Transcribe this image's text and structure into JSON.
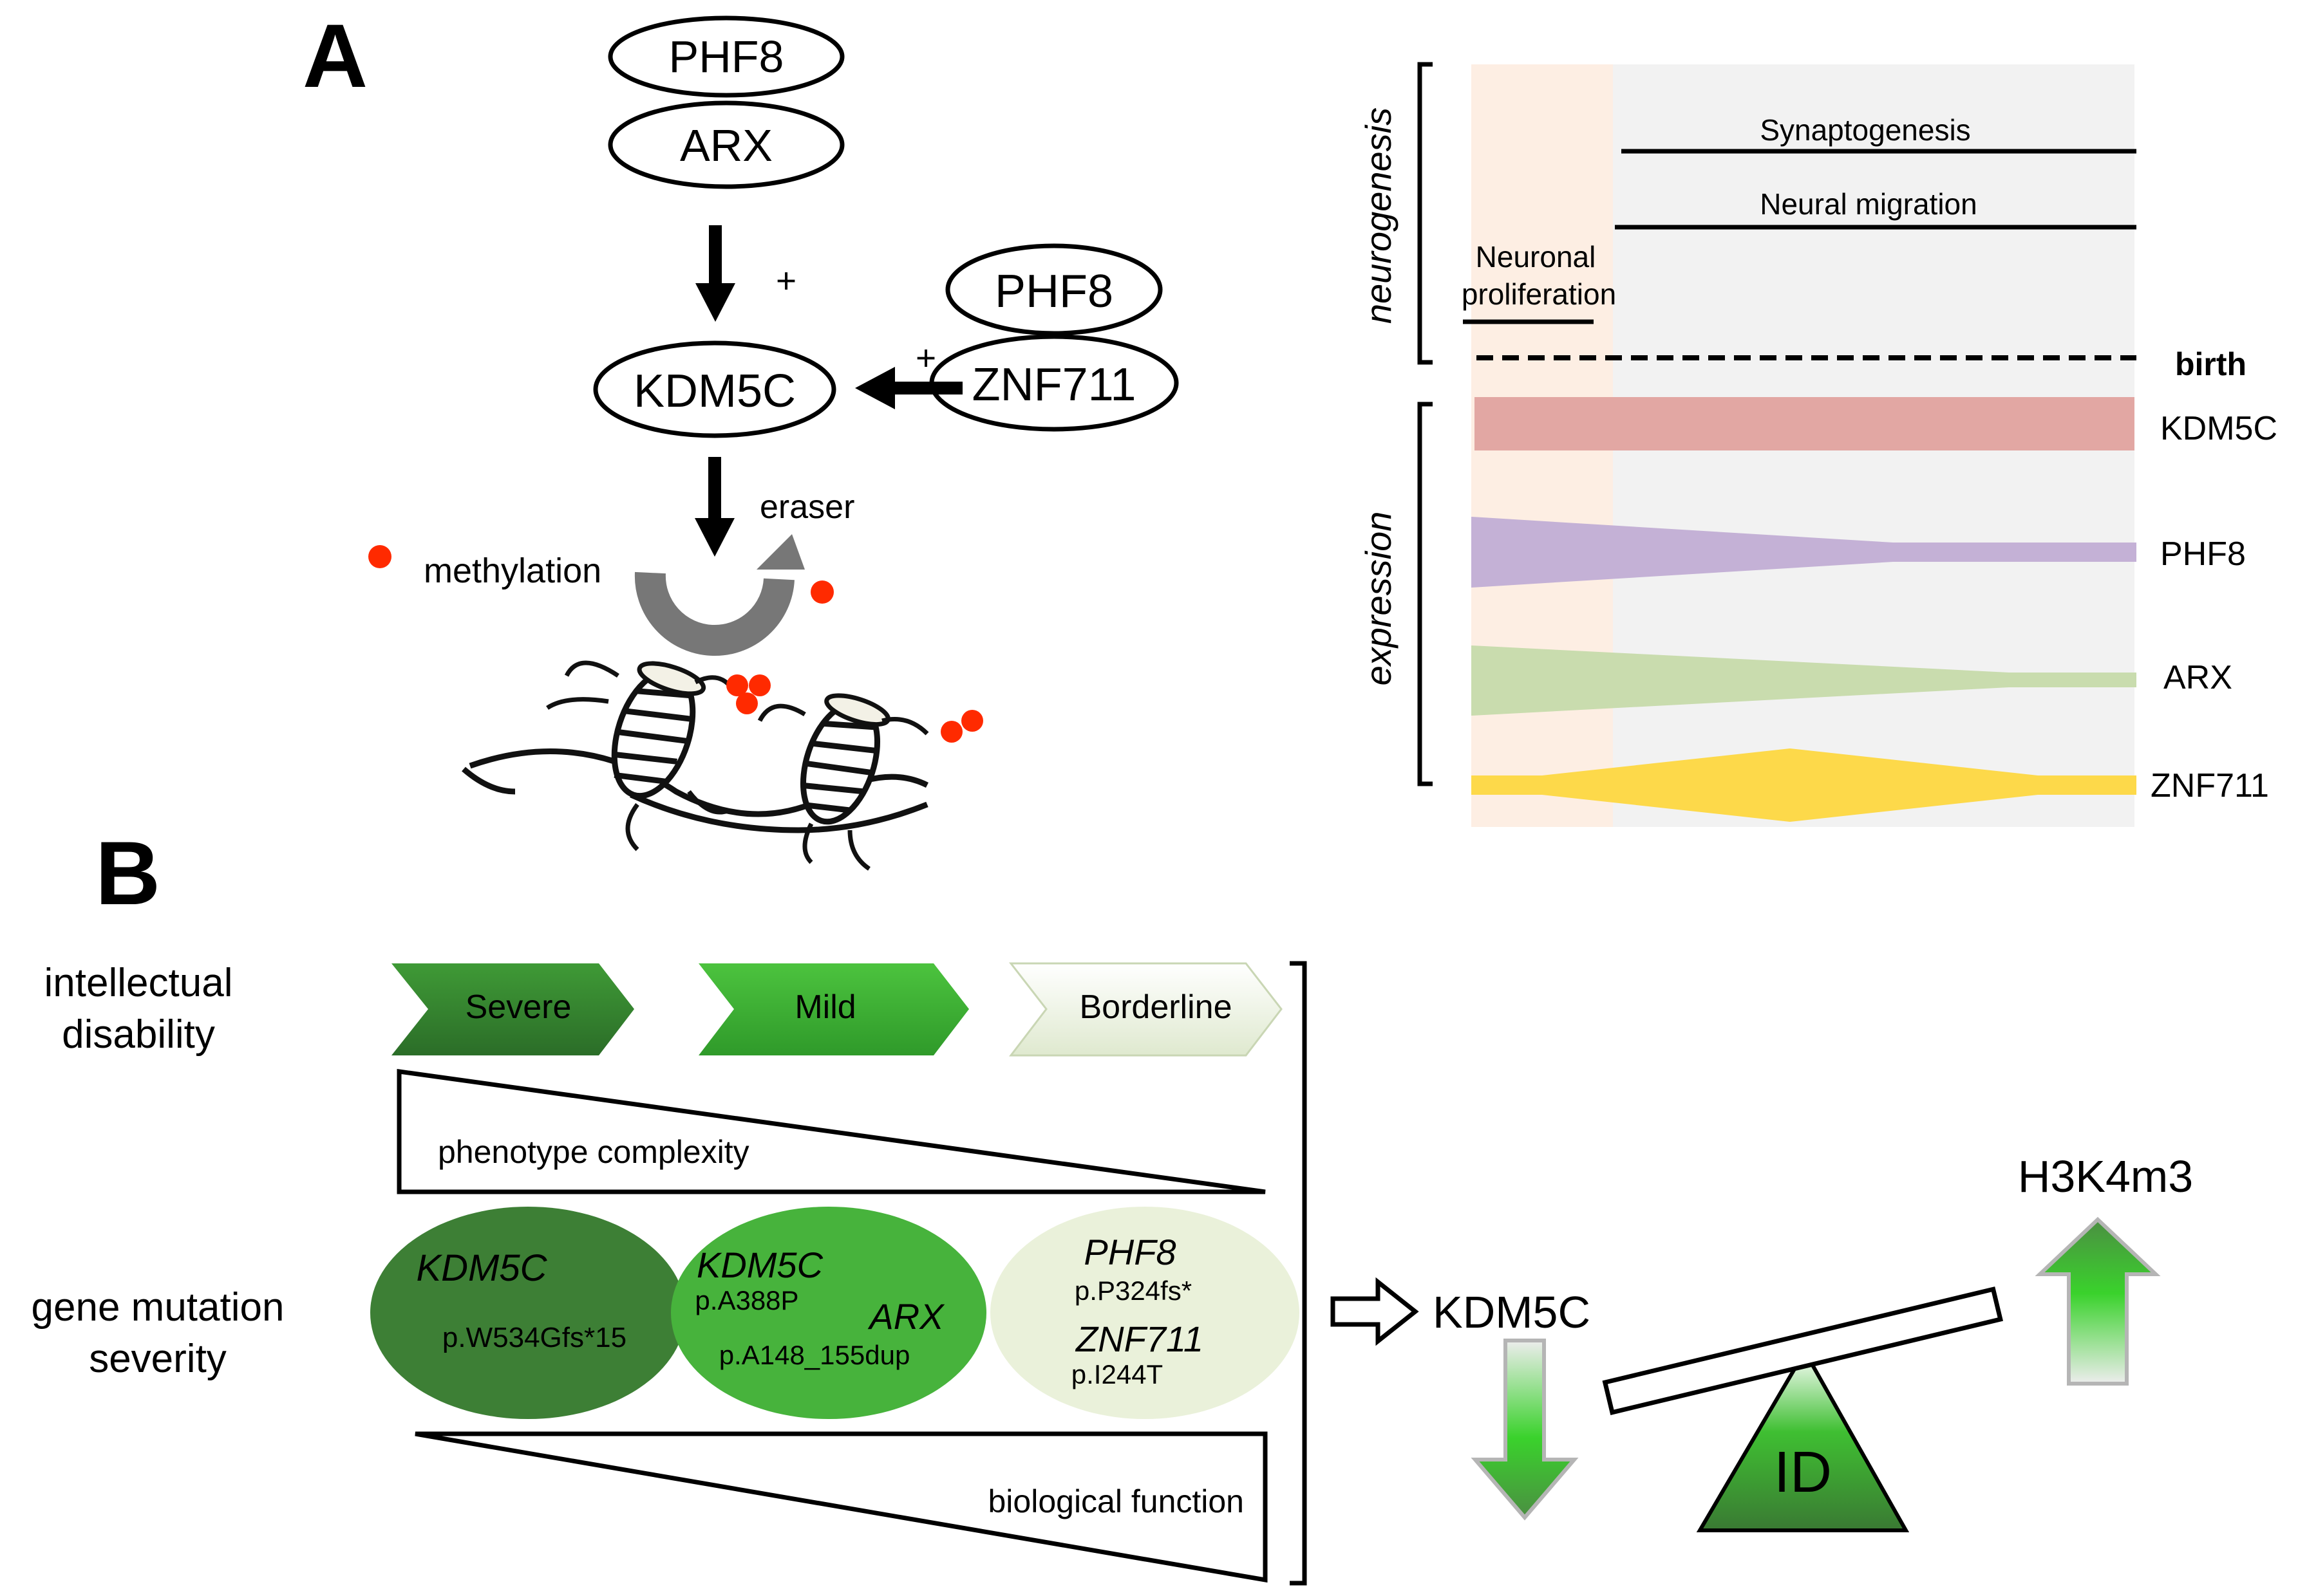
{
  "panel_a": {
    "label": "A",
    "complex1": [
      "PHF8",
      "ARX"
    ],
    "complex2": [
      "PHF8",
      "ZNF711"
    ],
    "target": "KDM5C",
    "plus_vertical": "+",
    "plus_horizontal": "+",
    "eraser_label": "eraser",
    "methylation_label": "methylation",
    "timeline": {
      "neurogenesis_label": "neurogenesis",
      "expression_label": "expression",
      "synaptogenesis": "Synaptogenesis",
      "neural_migration": "Neural migration",
      "neuronal_line1": "Neuronal",
      "neuronal_line2": "proliferation",
      "birth": "birth",
      "genes": [
        "KDM5C",
        "PHF8",
        "ARX",
        "ZNF711"
      ],
      "gene_colors": [
        "#e2a7a3",
        "#c4b1d6",
        "#c9dcae",
        "#fdd94a"
      ]
    }
  },
  "panel_b": {
    "label": "B",
    "id_line1": "intellectual",
    "id_line2": "disability",
    "severity_chevrons": [
      "Severe",
      "Mild",
      "Borderline"
    ],
    "phenotype_complexity": "phenotype complexity",
    "gms_line1": "gene mutation",
    "gms_line2": "severity",
    "ellipse_severe": {
      "gene": "KDM5C",
      "mutation": "p.W534Gfs*15"
    },
    "ellipse_mild": {
      "gene1": "KDM5C",
      "mut1": "p.A388P",
      "gene2": "ARX",
      "mut2": "p.A148_155dup"
    },
    "ellipse_border": {
      "gene1": "PHF8",
      "mut1": "p.P324fs*",
      "gene2": "ZNF711",
      "mut2": "p.I244T"
    },
    "biological_function": "biological function",
    "kdm5c": "KDM5C",
    "h3k4m3": "H3K4m3",
    "id_fulcrum": "ID"
  }
}
